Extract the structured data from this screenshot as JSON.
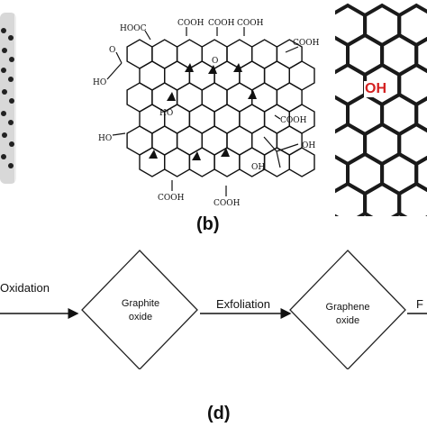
{
  "panel_b": {
    "label": "(b)",
    "groups": {
      "hooc_top_left": "HOOC",
      "cooh_top_1": "COOH",
      "cooh_top_2": "COOH",
      "cooh_top_3": "COOH",
      "cooh_right_top": "COOH",
      "cooh_right_mid": "COOH",
      "cooh_bottom_1": "COOH",
      "cooh_bottom_2": "COOH",
      "oh_left_top": "HO",
      "oh_left_bottom": "HO",
      "oh_center": "HO",
      "oh_right_1": "OH",
      "oh_right_2": "OH",
      "o_ketone": "O",
      "o_epoxy": "O"
    }
  },
  "panel_c": {
    "hydroxyl": "OH",
    "hydroxyl_color": "#d42020"
  },
  "panel_d": {
    "label": "(d)",
    "step_left": "Oxidation",
    "node1_line1": "Graphite",
    "node1_line2": "oxide",
    "step_mid": "Exfoliation",
    "node2_line1": "Graphene",
    "node2_line2": "oxide",
    "step_right_partial": "F"
  }
}
